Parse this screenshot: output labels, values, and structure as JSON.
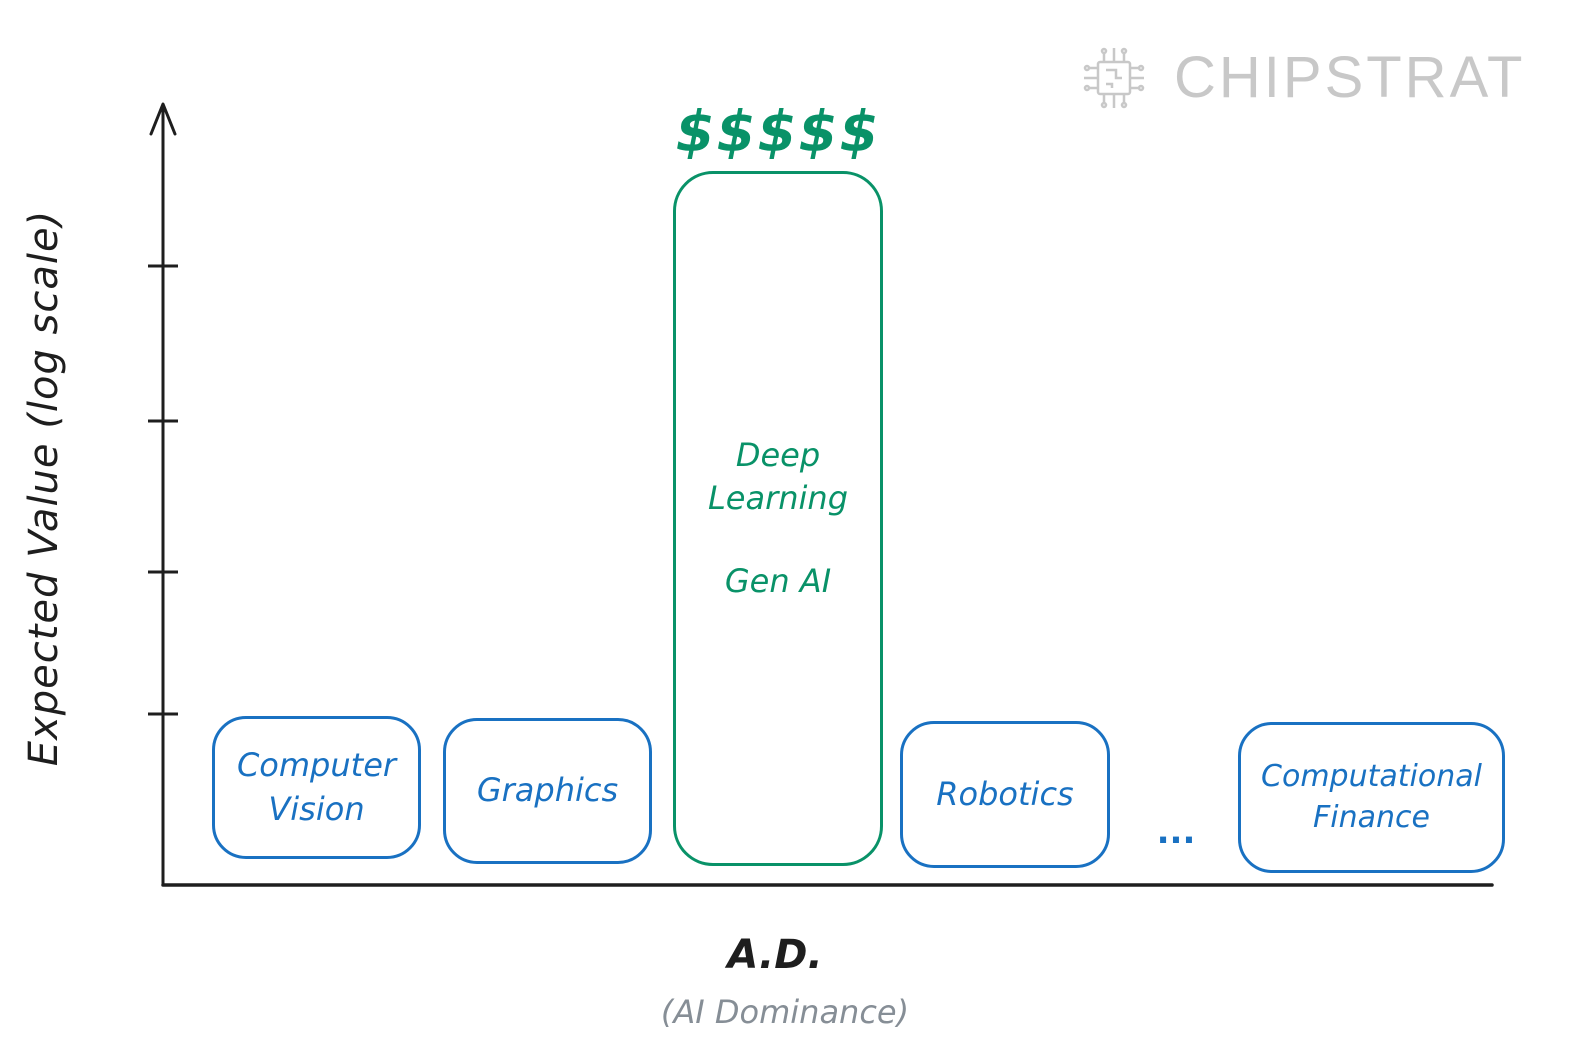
{
  "logo": {
    "text": "CHIPSTRAT",
    "icon": "chip-icon"
  },
  "y_axis": {
    "label": "Expected Value (log scale)"
  },
  "x_axis": {
    "label": "A.D.",
    "sublabel": "(AI Dominance)"
  },
  "highlight_marker": "$$$$$",
  "ellipsis": "...",
  "categories": [
    {
      "id": "computer-vision",
      "lines": [
        "Computer",
        "Vision"
      ]
    },
    {
      "id": "graphics",
      "lines": [
        "Graphics"
      ]
    },
    {
      "id": "deep-learning",
      "lines": [
        "Deep",
        "Learning",
        "Gen AI"
      ]
    },
    {
      "id": "robotics",
      "lines": [
        "Robotics"
      ]
    },
    {
      "id": "computational-finance",
      "lines": [
        "Computational",
        "Finance"
      ]
    }
  ],
  "colors": {
    "axis": "#1e1e1e",
    "blue": "#1971c2",
    "green": "#099268",
    "muted": "#868e96",
    "logo": "#c8c8c8"
  }
}
